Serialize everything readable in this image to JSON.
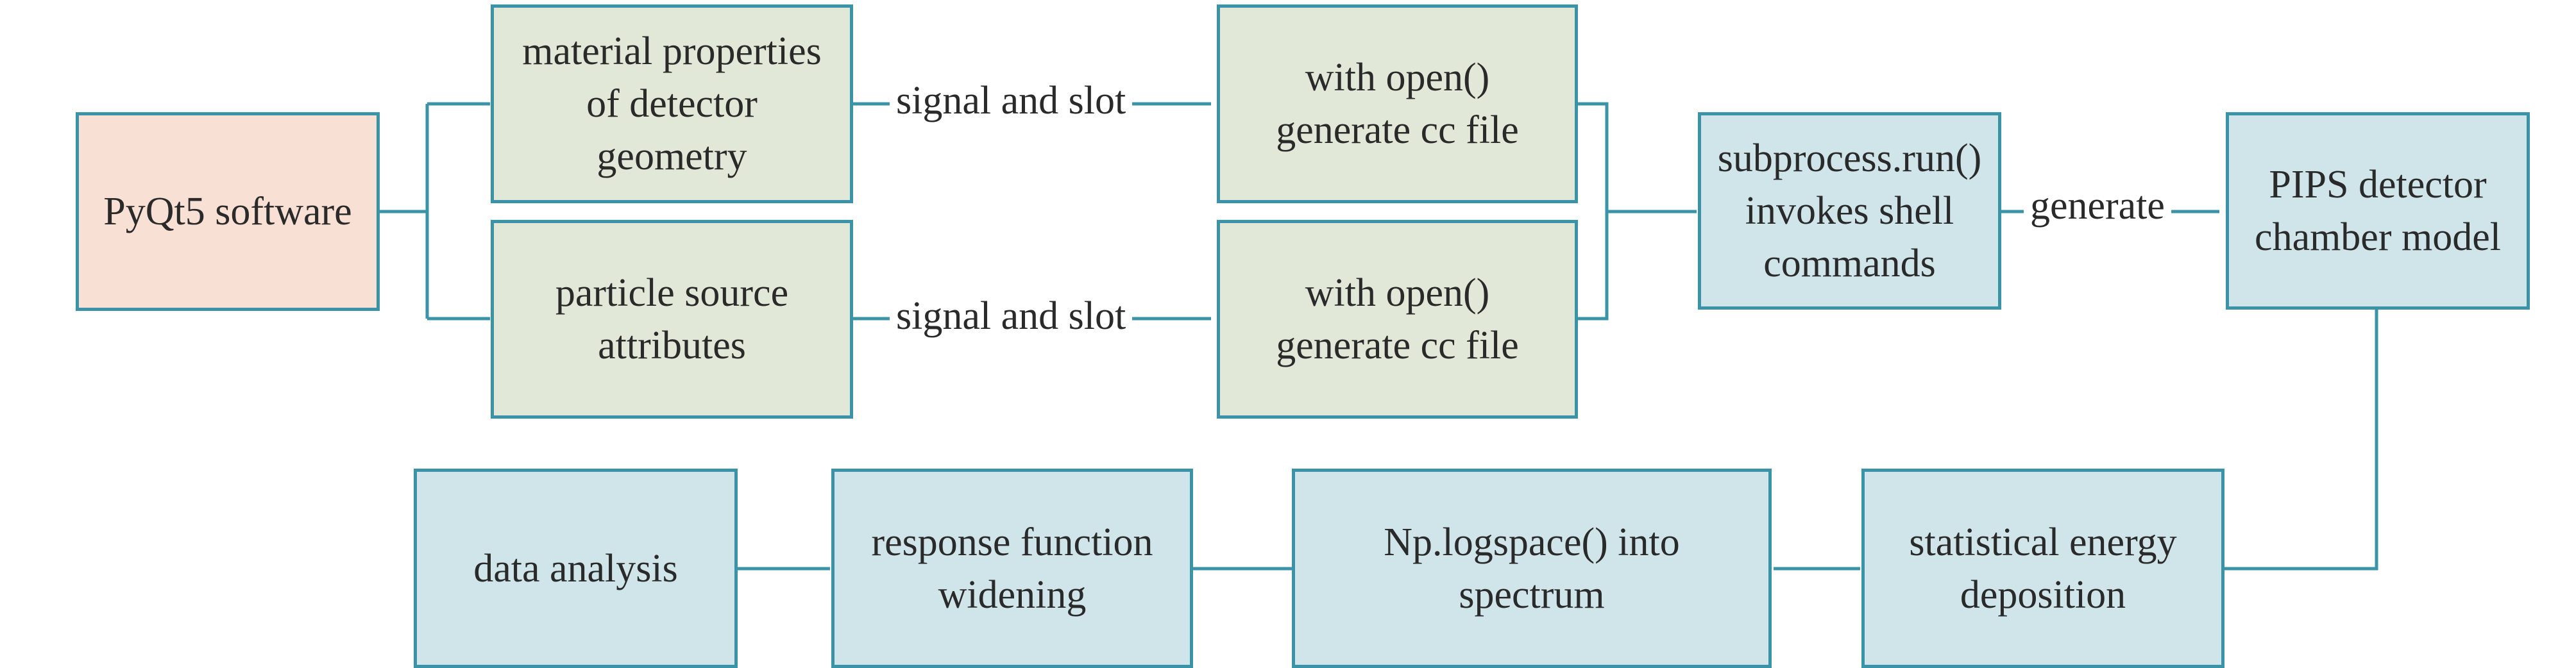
{
  "colors": {
    "stroke": "#3b93a8",
    "orange_fill": "#f8e0d4",
    "green_fill": "#e2e8d7",
    "blue_fill": "#d0e5ea"
  },
  "nodes": {
    "pyqt5": "PyQt5 software",
    "material_properties": "material properties of detector geometry",
    "particle_source": "particle source attributes",
    "open_cc_top": "with open() generate cc file",
    "open_cc_bottom": "with open() generate cc file",
    "subprocess": "subprocess.run() invokes shell commands",
    "pips": "PIPS detector chamber model",
    "energy_deposition": "statistical energy deposition",
    "logspace": "Np.logspace() into spectrum",
    "widening": "response function widening",
    "analysis": "data analysis"
  },
  "edge_labels": {
    "signal_top": "signal and slot",
    "signal_bottom": "signal and slot",
    "generate": "generate"
  }
}
